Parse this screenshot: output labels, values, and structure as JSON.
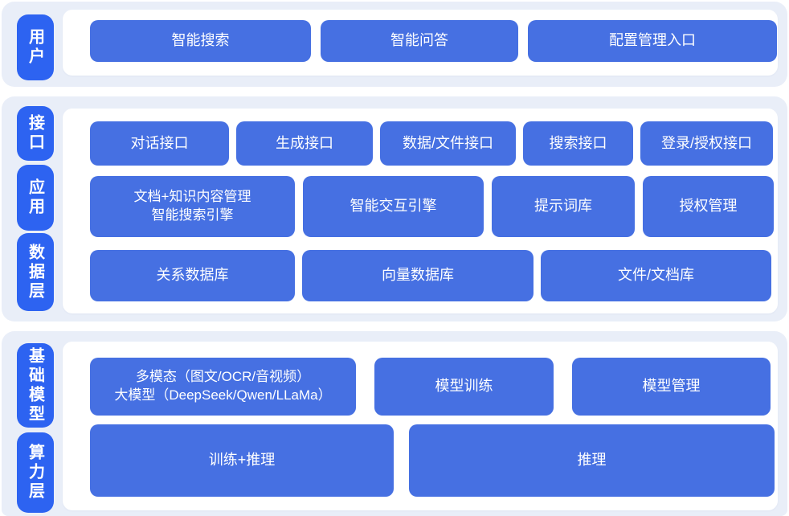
{
  "diagram": {
    "layers": [
      {
        "id": "user",
        "pill": "用户",
        "nodes": [
          "智能搜索",
          "智能问答",
          "配置管理入口"
        ]
      },
      {
        "id": "interface",
        "pill": "接口",
        "nodes": [
          "对话接口",
          "生成接口",
          "数据/文件接口",
          "搜索接口",
          "登录/授权接口"
        ]
      },
      {
        "id": "application",
        "pill": "应用",
        "nodes": [
          "文档+知识内容管理\n智能搜索引擎",
          "智能交互引擎",
          "提示词库",
          "授权管理"
        ]
      },
      {
        "id": "data",
        "pill": "数据层",
        "nodes": [
          "关系数据库",
          "向量数据库",
          "文件/文档库"
        ]
      },
      {
        "id": "foundation",
        "pill": "基础模型",
        "nodes": [
          "多模态（图文/OCR/音视频）\n大模型（DeepSeek/Qwen/LLaMa）",
          "模型训练",
          "模型管理"
        ]
      },
      {
        "id": "compute",
        "pill": "算力层",
        "nodes": [
          "训练+推理",
          "推理"
        ]
      }
    ]
  },
  "colors": {
    "page_bg": "#ffffff",
    "section_bg": "#e9eef8",
    "panel_bg": "#ffffff",
    "pill_bg": "#2d63f1",
    "node_bg": "#4670e2",
    "node_text": "#ffffff"
  }
}
